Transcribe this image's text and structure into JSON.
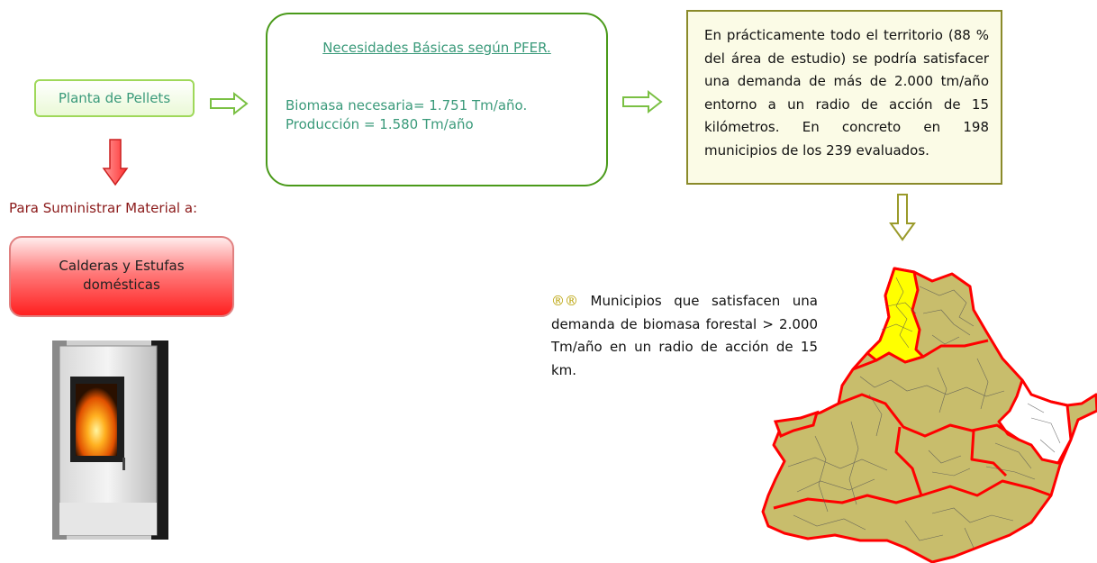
{
  "planta": {
    "label": "Planta de Pellets"
  },
  "necesidades": {
    "title": "Necesidades Básicas según PFER.",
    "line1": "Biomasa necesaria= 1.751 Tm/año.",
    "line2": "Producción = 1.580 Tm/año"
  },
  "resultado": {
    "text": "En prácticamente todo el territorio (88 % del área de estudio) se podría satisfacer una demanda de más de 2.000 tm/año entorno a un radio de acción de 15 kilómetros. En concreto en 198 municipios de los 239 evaluados."
  },
  "suministrar": {
    "label": "Para Suministrar Material a:"
  },
  "calderas": {
    "line1": "Calderas y Estufas",
    "line2": "domésticas"
  },
  "legend": {
    "glyph": "®®",
    "text": "Municipios que satisfacen una demanda de biomasa forestal > 2.000 Tm/año en un radio de acción de 15 km."
  },
  "photo": {
    "icon": "pellet-stove-image"
  },
  "map": {
    "icon": "municipalities-map"
  },
  "colors": {
    "arrow_green_stroke": "#7ac043",
    "arrow_red_fill": "#ff5050",
    "arrow_olive_stroke": "#9a9a2a",
    "map_yellow": "#ffff00",
    "map_olive": "#c8bd6c",
    "map_border": "#ff0000"
  }
}
